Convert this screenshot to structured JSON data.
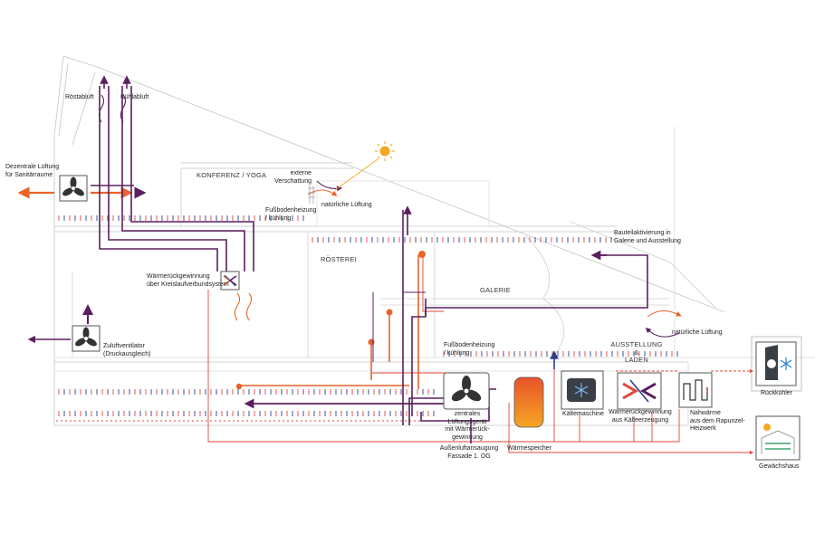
{
  "colors": {
    "purple": "#5b1f5f",
    "orange": "#e8642a",
    "red": "#e0463a",
    "blue": "#2b3f8c",
    "building_line": "#b8b8b8",
    "sun": "#f5a623"
  },
  "icons": [
    "fan-icon",
    "heat-exchanger-icon",
    "chiller-icon",
    "snowflake-icon",
    "sun-icon",
    "greenhouse-icon",
    "heat-storage-icon",
    "arrow-icon"
  ],
  "labels": {
    "roestabluft": "Röstabluft",
    "kuehlabluft": "Kühlabluft",
    "dezentrale": "Dezentrale Lüftung\nfür Sanitärraume",
    "konferenz": "KONFERENZ / YOGA",
    "externe_verschattung": "externe\nVerschattung",
    "natuerliche_lueftung_1": "natürliche Lüftung",
    "fussboden_1": "Fußbodenheizung\n/ kühlung",
    "bauteil": "Bauteilaktivierung in\nGalerie und Ausstellung",
    "roesterei": "RÖSTEREI",
    "galerie": "GALERIE",
    "waermerueck_kreis": "Wärmerückgewinnung\nüber Kreislaufverbundsystem",
    "natuerliche_lueftung_2": "natürliche Lüftung",
    "zuluft": "Zuluftventilator\n(Druckausgleich)",
    "fussboden_2": "Fußbodenheizung\n/ kühlung",
    "ausstellung": "AUSSTELLUNG &\nLADEN",
    "zentrales": "zentrales\nLüftungsgerät\nmit Wärmerück-\ngewinnung",
    "kaeltemaschine": "Kältemaschine",
    "waermerueck_kaelte": "Wärmerückgewinnung\naus Kälteerzeugung",
    "nahwaerme": "Nahwärme\naus dem Rapunzel-\nHeizwerk",
    "rueckkuehler": "Rückkühler",
    "gewaechshaus": "Gewächshaus",
    "aussenluft": "Außenluftansaugung\nFassade 1. OG",
    "waermespeicher": "Wärmespeicher"
  }
}
